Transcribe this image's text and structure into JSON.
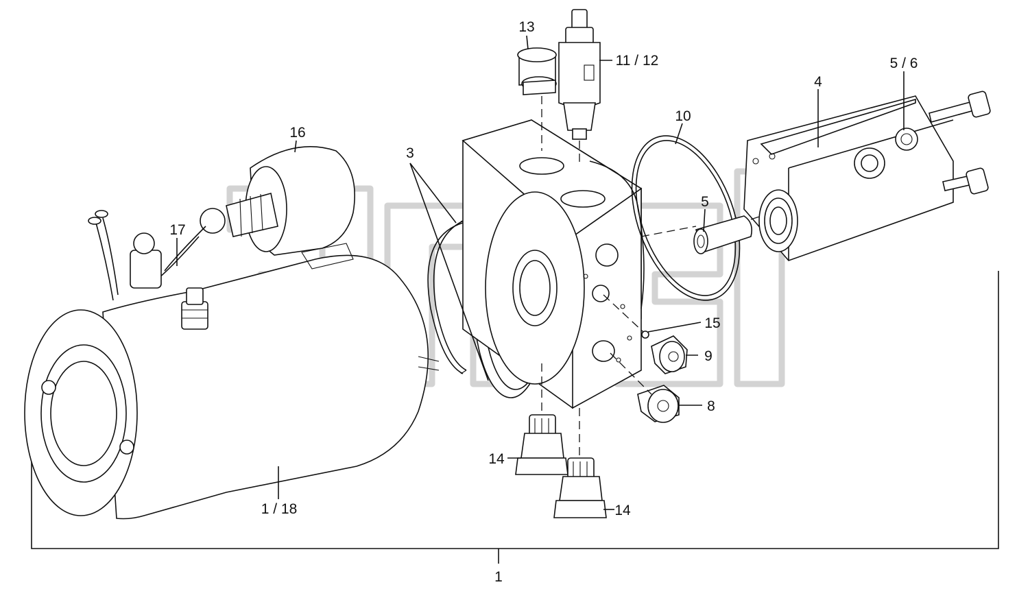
{
  "diagram": {
    "callouts": {
      "c1": "1",
      "c1_18": "1 / 18",
      "c3": "3",
      "c4": "4",
      "c5": "5",
      "c5_6": "5 / 6",
      "c8": "8",
      "c9": "9",
      "c10": "10",
      "c11_12": "11 / 12",
      "c13": "13",
      "c14a": "14",
      "c14b": "14",
      "c15": "15",
      "c16": "16",
      "c17": "17"
    }
  }
}
